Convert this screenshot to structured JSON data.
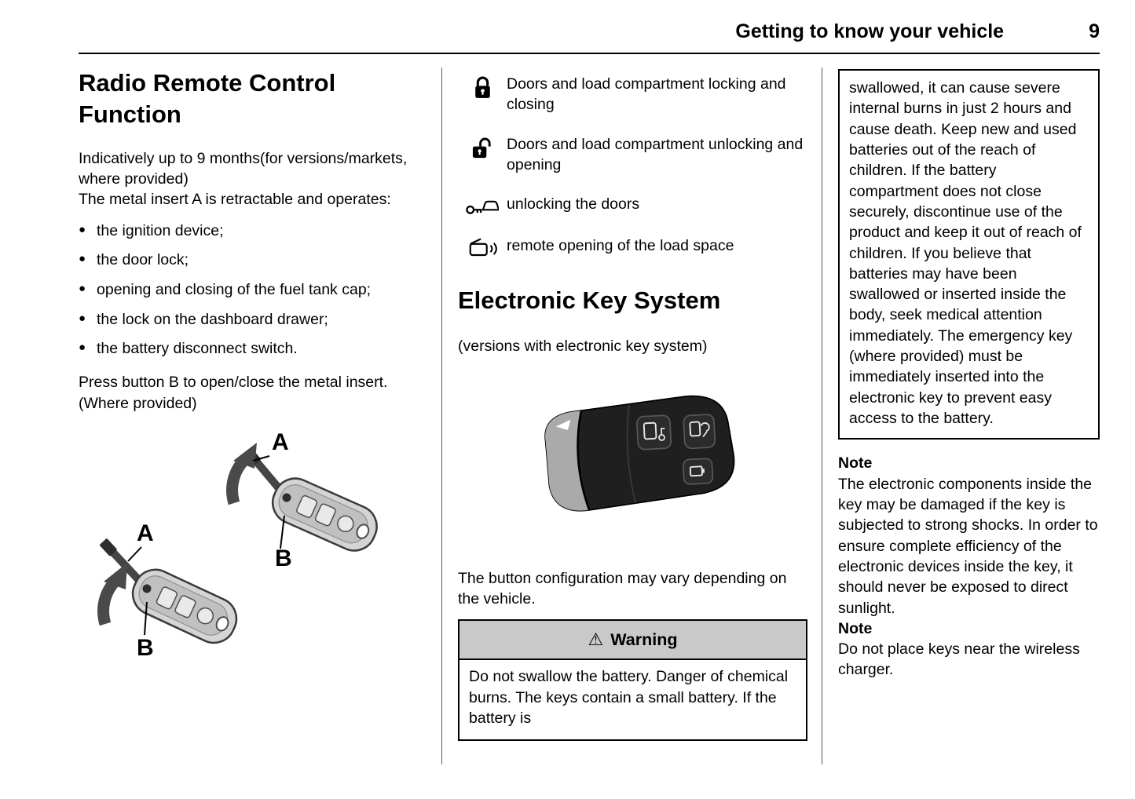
{
  "header": {
    "title": "Getting to know your vehicle",
    "page_number": "9"
  },
  "left_column": {
    "heading": "Radio Remote Control Function",
    "intro_line1": "Indicatively up to 9 months(for versions/markets, where provided)",
    "intro_line2": "The metal insert A is retractable and operates:",
    "bullets": [
      "the ignition device;",
      "the door lock;",
      "opening and closing of the fuel tank cap;",
      "the lock on the dashboard drawer;",
      "the battery disconnect switch."
    ],
    "press_text": "Press button B to open/close the metal insert.",
    "where_provided": "(Where provided)",
    "figure": {
      "label_a": "A",
      "label_b": "B"
    }
  },
  "middle_column": {
    "icon_list": [
      {
        "icon": "lock-closed-icon",
        "text": "Doors and load compartment locking and closing"
      },
      {
        "icon": "lock-open-icon",
        "text": "Doors and load compartment unlocking and opening"
      },
      {
        "icon": "car-key-unlock-icon",
        "text": "unlocking the doors"
      },
      {
        "icon": "load-space-remote-icon",
        "text": "remote opening of the load space"
      }
    ],
    "heading": "Electronic Key System",
    "versions_text": "(versions with electronic key system)",
    "config_text": "The button configuration may vary depending on the vehicle.",
    "warning": {
      "icon": "⚠",
      "title": "Warning",
      "body": "Do not swallow the battery. Danger of chemical burns. The keys contain a small battery. If the battery is"
    }
  },
  "right_column": {
    "warning_continuation": "swallowed, it can cause severe internal burns in just 2 hours and cause death. Keep new and used batteries out of the reach of children. If the battery compartment does not close securely, discontinue use of the product and keep it out of reach of children. If you believe that batteries may have been swallowed or inserted inside the body, seek medical attention immediately. The emergency key (where provided) must be immediately inserted into the electronic key to prevent easy access to the battery.",
    "notes": [
      {
        "label": "Note",
        "text": "The electronic components inside the key may be damaged if the key is subjected to strong shocks. In order to ensure complete efficiency of the electronic devices inside the key, it should never be exposed to direct sunlight."
      },
      {
        "label": "Note",
        "text": "Do not place keys near the wireless charger."
      }
    ]
  }
}
